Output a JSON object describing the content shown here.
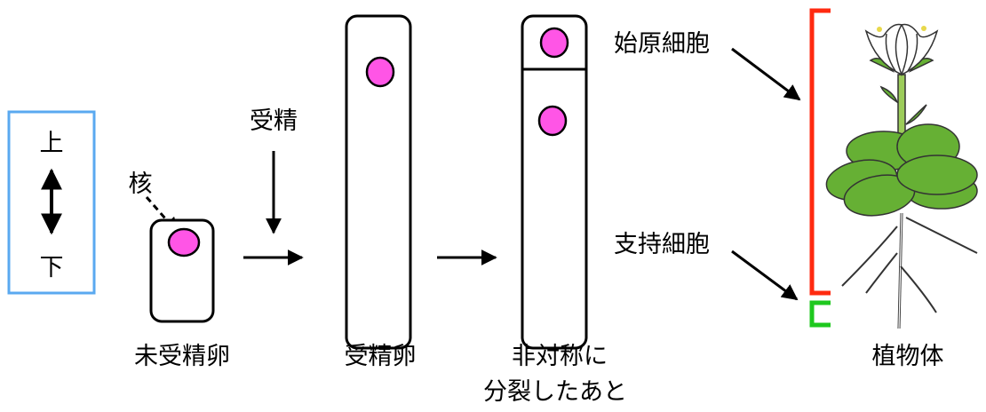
{
  "orientation": {
    "up": "上",
    "down": "下"
  },
  "labels": {
    "nucleus": "核",
    "fertilization": "受精",
    "unfertilized_egg": "未受精卵",
    "fertilized_egg": "受精卵",
    "after_division_line1": "非対称に",
    "after_division_line2": "分裂したあと",
    "initial_cell": "始原細胞",
    "support_cell": "支持細胞",
    "plant": "植物体"
  },
  "colors": {
    "nucleus": "#ff55e6",
    "orientation_box": "#5aa9f0",
    "initial_bracket": "#ff2a10",
    "support_bracket": "#1ec81e",
    "leaf": "#66b034",
    "stem": "#9ccc5a"
  }
}
